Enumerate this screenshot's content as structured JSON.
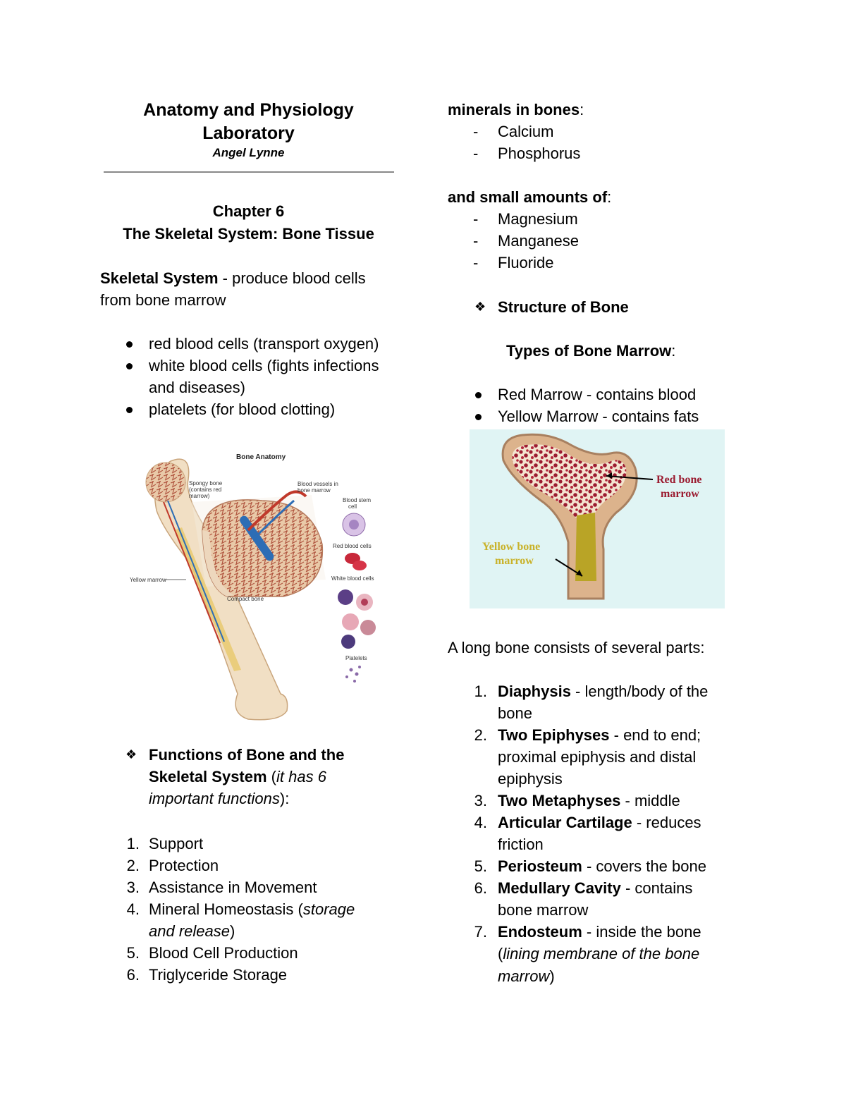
{
  "header": {
    "title_line1": "Anatomy and Physiology",
    "title_line2": "Laboratory",
    "author": "Angel Lynne"
  },
  "chapter": {
    "number": "Chapter 6",
    "title": "The Skeletal System: Bone Tissue"
  },
  "skeletal": {
    "term": "Skeletal System",
    "desc_line1": " - produce blood cells",
    "desc_line2": "from bone marrow",
    "bullets": [
      "red blood cells (transport oxygen)",
      "white blood cells (fights infections",
      "and diseases)",
      "platelets (for blood clotting)"
    ]
  },
  "figure1": {
    "title": "Bone Anatomy",
    "labels": {
      "spongy": "Spongy bone",
      "spongy2": "(contains red",
      "spongy3": "marrow)",
      "vessels": "Blood vessels in",
      "vessels2": "bone marrow",
      "stem": "Blood stem",
      "stem2": "cell",
      "red": "Red blood cells",
      "white": "White blood cells",
      "yellow": "Yellow marrow",
      "compact": "Compact bone",
      "platelets": "Platelets"
    }
  },
  "functions": {
    "heading_bold1": "Functions of Bone and the",
    "heading_bold2": "Skeletal System",
    "heading_paren_open": " (",
    "heading_italic1": "it has 6",
    "heading_italic2": "important functions",
    "heading_tail": "):",
    "items": [
      {
        "n": "1.",
        "text": "Support"
      },
      {
        "n": "2.",
        "text": "Protection"
      },
      {
        "n": "3.",
        "text": "Assistance in Movement"
      },
      {
        "n": "4.",
        "text_a": "Mineral Homeostasis (",
        "text_i": "storage",
        "text_i2": "and release",
        "text_b": ")"
      },
      {
        "n": "5.",
        "text": "Blood Cell Production"
      },
      {
        "n": "6.",
        "text": "Triglyceride Storage"
      }
    ]
  },
  "minerals": {
    "heading": "minerals in bones",
    "colon": ":",
    "items": [
      "Calcium",
      "Phosphorus"
    ],
    "small_heading": "and small amounts of",
    "small_colon": ":",
    "small_items": [
      "Magnesium",
      "Manganese",
      "Fluoride"
    ]
  },
  "structure": {
    "heading": "Structure of Bone",
    "marrow_heading": "Types of Bone Marrow",
    "marrow_colon": ":",
    "marrow_items": [
      "Red Marrow - contains blood",
      "Yellow Marrow - contains fats"
    ]
  },
  "figure2": {
    "red_label1": "Red bone",
    "red_label2": "marrow",
    "yellow_label1": "Yellow bone",
    "yellow_label2": "marrow",
    "bg_color": "#e0f4f4",
    "red_color": "#9b1b30",
    "yellow_color": "#c9b22a"
  },
  "long_bone": {
    "intro": "A long bone consists of several parts:",
    "parts": [
      {
        "n": "1.",
        "term": "Diaphysis",
        "desc": " - length/body of the",
        "cont": [
          "bone"
        ]
      },
      {
        "n": "2.",
        "term": "Two Epiphyses",
        "desc": " - end to end;",
        "cont": [
          "proximal epiphysis and distal",
          "epiphysis"
        ]
      },
      {
        "n": "3.",
        "term": "Two Metaphyses",
        "desc": " - middle",
        "cont": []
      },
      {
        "n": "4.",
        "term": "Articular Cartilage",
        "desc": " - reduces",
        "cont": [
          "friction"
        ]
      },
      {
        "n": "5.",
        "term": "Periosteum",
        "desc": " - covers the bone",
        "cont": []
      },
      {
        "n": "6.",
        "term": "Medullary Cavity",
        "desc": " - contains",
        "cont": [
          "bone marrow"
        ]
      },
      {
        "n": "7.",
        "term": "Endosteum",
        "desc": " - inside the bone",
        "cont_paren1": "(",
        "cont_italic1": "lining membrane of the bone",
        "cont_italic2": "marrow",
        "cont_paren2": ")"
      }
    ]
  },
  "bullet_symbol": "❖"
}
